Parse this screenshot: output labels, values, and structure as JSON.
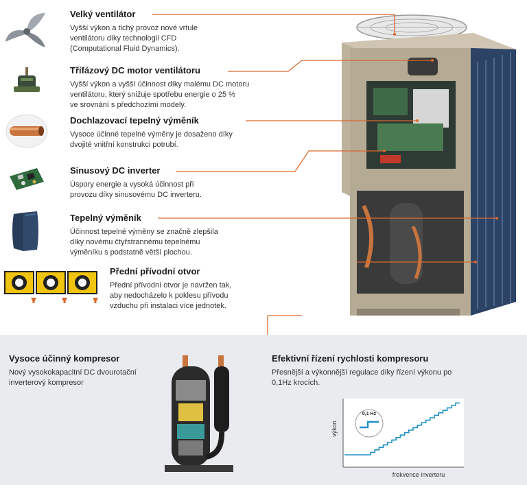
{
  "features": [
    {
      "title": "Velký ventilátor",
      "desc": "Vyšší výkon a tichý provoz nové vrtule\nventilátoru díky technologii CFD\n(Computational Fluid Dynamics).",
      "icon": "fan-blade-icon"
    },
    {
      "title": "Třífázový DC motor ventilátoru",
      "desc": "Vyšší výkon a vyšší účinnost díky malému DC motoru\nventilátoru, který snižuje spotřebu energie o 25 %\nve srovnání s předchozími modely.",
      "icon": "dc-motor-icon"
    },
    {
      "title": "Dochlazovací tepelný výměník",
      "desc": "Vysoce účinné tepelné výměny je dosaženo díky\ndvojité vnitřní konstrukci potrubí.",
      "icon": "copper-pipe-icon"
    },
    {
      "title": "Sinusový DC inverter",
      "desc": "Úspory energie a vysoká účinnost při\nprovozu díky sinusovému DC inverteru.",
      "icon": "circuit-board-icon"
    },
    {
      "title": "Tepelný výměník",
      "desc": "Účinnost tepelné výměny se značně zlepšila\ndíky novému čtyřstrannému tepelnému\nvýměníku s podstatně větší plochou.",
      "icon": "heat-exchanger-icon"
    },
    {
      "title": "Přední přívodní otvor",
      "desc": "Přední přívodní otvor je navržen tak,\naby nedocházelo k poklesu přívodu\nvzduchu při instalaci více jednotek.",
      "icon": "front-intake-icon"
    }
  ],
  "compressor": {
    "title": "Vysoce účinný kompresor",
    "desc": "Nový vysokokapacitní DC dvourotační\ninverterový kompresor",
    "icon": "compressor-icon"
  },
  "speed_control": {
    "title": "Efektivní řízení rychlosti kompresoru",
    "desc": "Přesnější a výkonnější regulace díky řízení výkonu po\n0,1Hz krocích.",
    "chart": {
      "ylabel": "výkon",
      "xlabel": "frekvence inverteru",
      "step_label": "0,1 Hz"
    }
  },
  "colors": {
    "accent_line": "#d9692e",
    "step_line": "#1e90c8",
    "panel_bg": "#e9ebee",
    "unit_body": "#b9ad96"
  }
}
